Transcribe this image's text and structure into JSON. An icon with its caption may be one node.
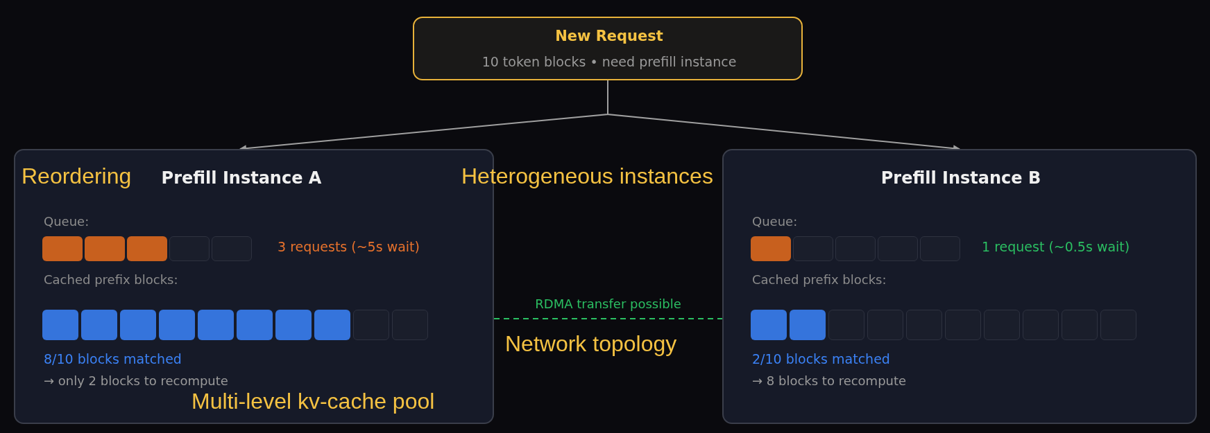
{
  "diagram": {
    "nodes": [
      {
        "text": [
          "New Request",
          "10 token blocks • need prefill instance"
        ]
      },
      {
        "text": [
          "Prefill Instance A",
          "Queue:",
          "3 requests (~5s wait)",
          "Cached prefix blocks:",
          "8/10 blocks matched",
          "→ only 2 blocks to recompute"
        ]
      },
      {
        "text": [
          "Prefill Instance B",
          "Queue:",
          "1 request (~0.5s wait)",
          "Cached prefix blocks:",
          "2/10 blocks matched",
          "→ 8 blocks to recompute"
        ]
      }
    ],
    "edges": [
      {
        "from": 0,
        "to": 1,
        "arrow": "to"
      },
      {
        "from": 0,
        "to": 2,
        "arrow": "to"
      },
      {
        "from": 1,
        "to": 2,
        "arrow": "none",
        "label": "RDMA transfer possible",
        "style": "dashed",
        "color": "#2bbf62"
      }
    ],
    "labels": [
      "Reordering",
      "Heterogeneous instances",
      "Network topology",
      "Multi-level kv-cache pool"
    ]
  }
}
